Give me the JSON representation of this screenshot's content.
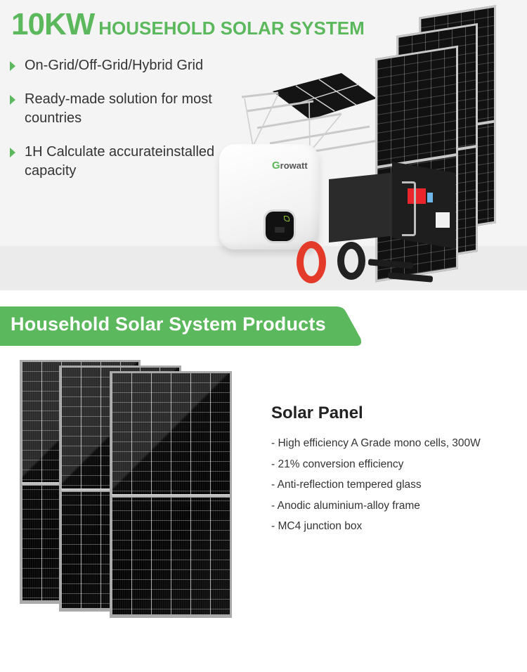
{
  "hero": {
    "title_big": "10KW",
    "title_small": "HOUSEHOLD SOLAR SYSTEM",
    "features": [
      {
        "line1": "On-Grid/Off-Grid/Hybrid Grid",
        "line2": ""
      },
      {
        "line1": "Ready-made solution for most",
        "line2": "countries"
      },
      {
        "line1": "1H Calculate accurateinstalled",
        "line2": "capacity"
      }
    ],
    "bullet_icon": "triangle-right-icon",
    "inverter_brand_initial": "G",
    "inverter_brand_rest": "rowatt"
  },
  "section": {
    "banner_label": "Household Solar System Products"
  },
  "product": {
    "title": "Solar Panel",
    "specs": [
      "- High efficiency A Grade mono cells, 300W",
      "- 21% conversion efficiency",
      "- Anti-reflection tempered glass",
      "- Anodic aluminium-alloy frame",
      "- MC4 junction box"
    ]
  },
  "colors": {
    "accent_green": "#5cb85c",
    "hero_bg": "#f4f4f4",
    "hero_band": "#ebebeb",
    "text_dark": "#333333"
  }
}
